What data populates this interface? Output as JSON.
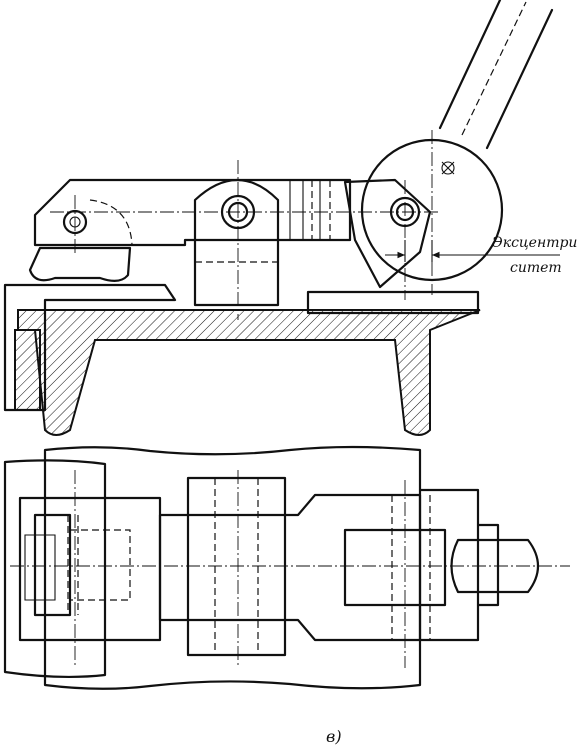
{
  "annotation": {
    "line1": "Эксцентри",
    "line2": "ситет"
  },
  "caption": "в)"
}
